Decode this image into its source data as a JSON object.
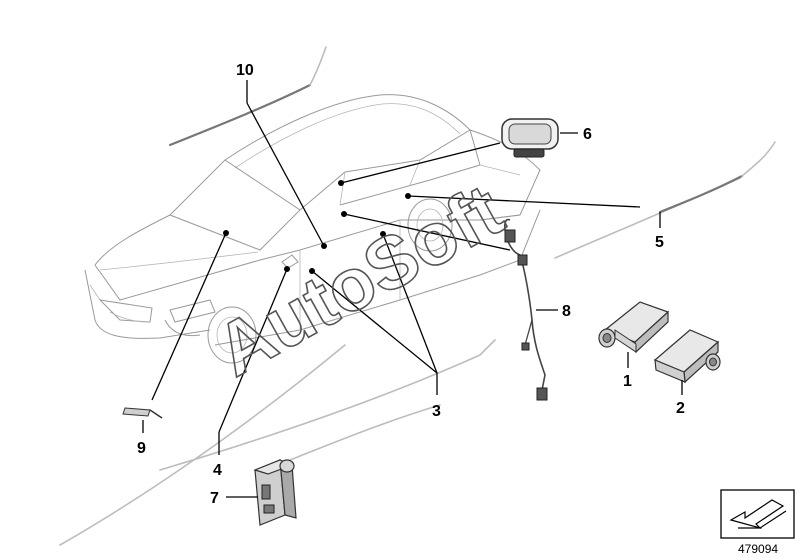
{
  "callouts": [
    {
      "id": "1",
      "label": "1"
    },
    {
      "id": "2",
      "label": "2"
    },
    {
      "id": "3",
      "label": "3"
    },
    {
      "id": "4",
      "label": "4"
    },
    {
      "id": "5",
      "label": "5"
    },
    {
      "id": "6",
      "label": "6"
    },
    {
      "id": "7",
      "label": "7"
    },
    {
      "id": "8",
      "label": "8"
    },
    {
      "id": "9",
      "label": "9"
    },
    {
      "id": "10",
      "label": "10"
    }
  ],
  "watermark": "AutoSoft",
  "reference_number": "479094",
  "icons": [
    "car-outline",
    "sensor-module",
    "wiring-harness",
    "fiber-optic-strip",
    "light-guide-antenna",
    "control-unit",
    "connector-plug",
    "direction-arrow-icon"
  ]
}
